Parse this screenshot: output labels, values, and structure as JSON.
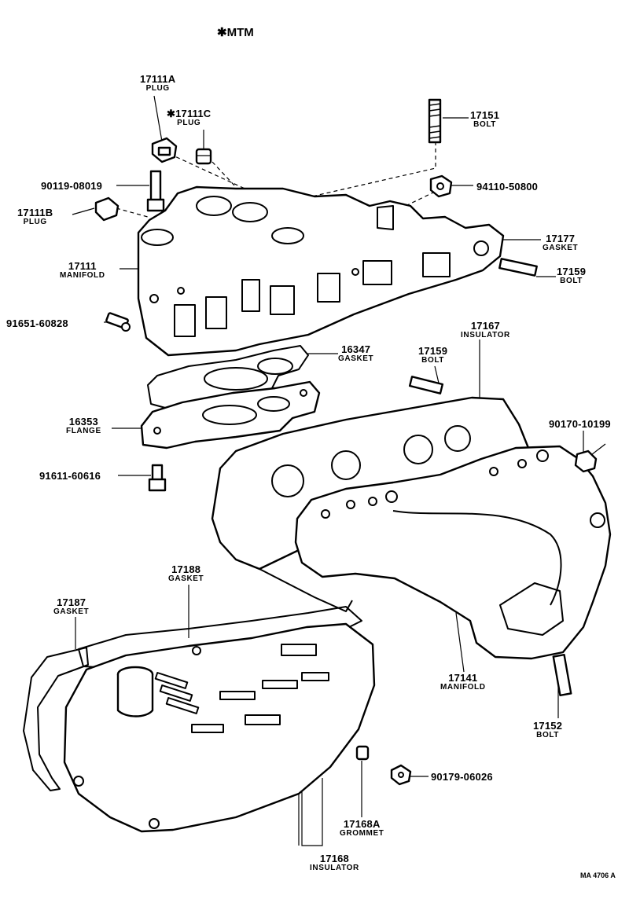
{
  "title": "✱MTM",
  "ref_code": "MA 4706 A",
  "labels": {
    "p17111a": {
      "num": "17111A",
      "name": "PLUG"
    },
    "p17111c": {
      "num": "✱17111C",
      "name": "PLUG"
    },
    "p17151": {
      "num": "17151",
      "name": "BOLT"
    },
    "p90119": {
      "num": "90119-08019"
    },
    "p94110": {
      "num": "94110-50800"
    },
    "p17111b": {
      "num": "17111B",
      "name": "PLUG"
    },
    "p17177": {
      "num": "17177",
      "name": "GASKET"
    },
    "p17111": {
      "num": "17111",
      "name": "MANIFOLD"
    },
    "p17159a": {
      "num": "17159",
      "name": "BOLT"
    },
    "p91651": {
      "num": "91651-60828"
    },
    "p17167": {
      "num": "17167",
      "name": "INSULATOR"
    },
    "p16347": {
      "num": "16347",
      "name": "GASKET"
    },
    "p17159b": {
      "num": "17159",
      "name": "BOLT"
    },
    "p16353": {
      "num": "16353",
      "name": "FLANGE"
    },
    "p90170": {
      "num": "90170-10199"
    },
    "p91611": {
      "num": "91611-60616"
    },
    "p17188": {
      "num": "17188",
      "name": "GASKET"
    },
    "p17187": {
      "num": "17187",
      "name": "GASKET"
    },
    "p17141": {
      "num": "17141",
      "name": "MANIFOLD"
    },
    "p17152": {
      "num": "17152",
      "name": "BOLT"
    },
    "p90179": {
      "num": "90179-06026"
    },
    "p17168a": {
      "num": "17168A",
      "name": "GROMMET"
    },
    "p17168": {
      "num": "17168",
      "name": "INSULATOR"
    }
  }
}
